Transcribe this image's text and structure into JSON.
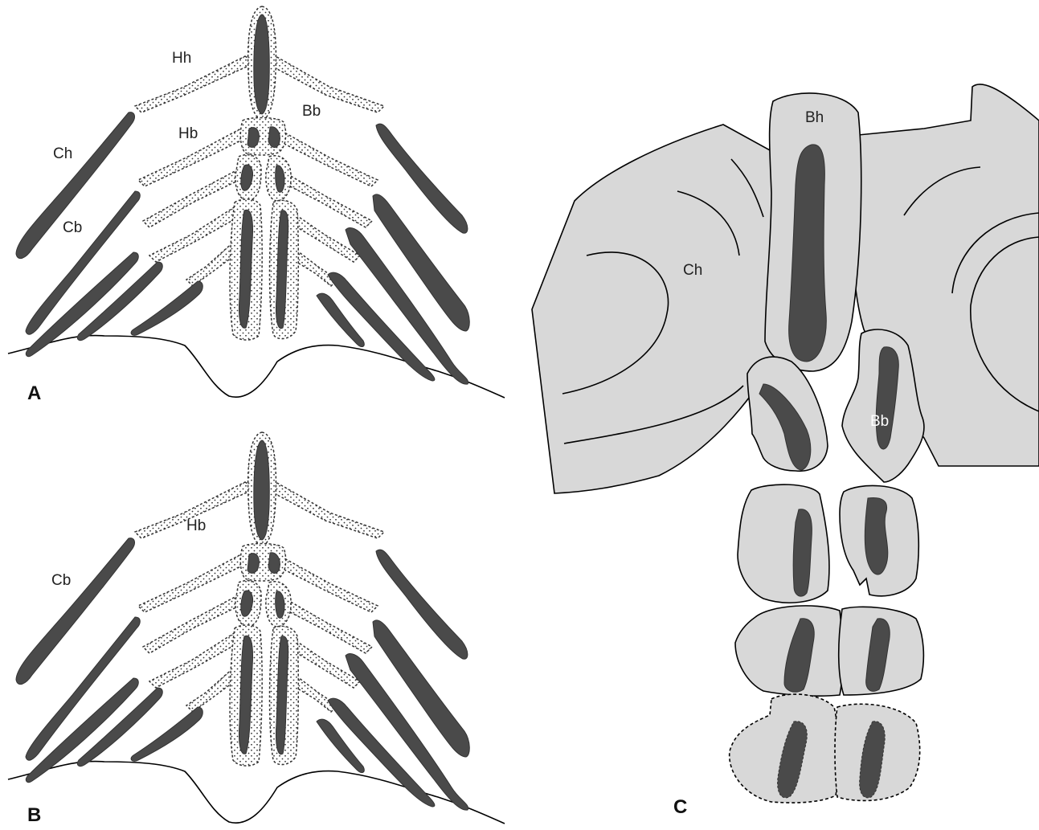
{
  "panels": {
    "a": {
      "letter": "A",
      "labels": {
        "hh": "Hh",
        "bb": "Bb",
        "hb": "Hb",
        "ch": "Ch",
        "cb": "Cb"
      }
    },
    "b": {
      "letter": "B",
      "labels": {
        "hb": "Hb",
        "cb": "Cb"
      }
    },
    "c": {
      "letter": "C",
      "labels": {
        "bh": "Bh",
        "ch": "Ch",
        "bb": "Bb"
      }
    }
  },
  "colors": {
    "cartilage": "#d8d8d8",
    "bone": "#4a4a4a",
    "outline": "#000000"
  }
}
